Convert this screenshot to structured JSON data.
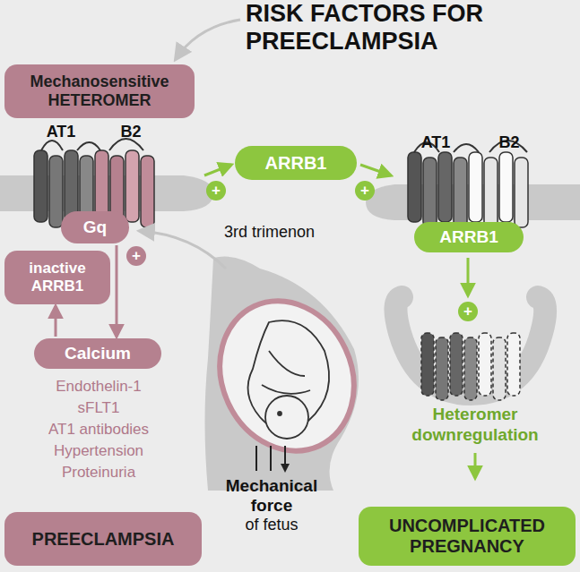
{
  "diagram": {
    "title": "RISK FACTORS FOR PREECLAMPSIA",
    "nodes": [
      {
        "text": [
          "Mechanosensitive HETEROMER"
        ]
      },
      {
        "text": [
          "Gq"
        ]
      },
      {
        "text": [
          "inactive ARRB1"
        ]
      },
      {
        "text": [
          "ARRB1"
        ]
      },
      {
        "text": [
          "ARRB1"
        ]
      },
      {
        "text": [
          "Calcium"
        ]
      },
      {
        "text": [
          "PREECLAMPSIA"
        ]
      },
      {
        "text": [
          "UNCOMPLICATED PREGNANCY"
        ]
      }
    ],
    "edges": [
      {
        "from": 1,
        "to": 5,
        "arrow": "to"
      },
      {
        "from": 5,
        "to": 2,
        "arrow": "to"
      }
    ],
    "labels": [
      "AT1",
      "B2",
      "+",
      "3rd trimenon",
      "AT1",
      "B2",
      "+",
      "+",
      "Endothelin-1",
      "sFLT1",
      "AT1 antibodies",
      "Hypertension",
      "Proteinuria",
      "+",
      "Heteromer downregulation",
      "Mechanical force",
      "of fetus"
    ]
  }
}
